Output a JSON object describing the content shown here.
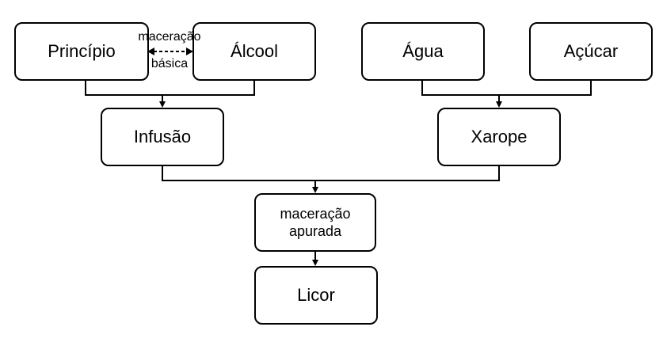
{
  "nodes": {
    "principio": "Princípio",
    "alcool": "Álcool",
    "agua": "Água",
    "acucar": "Açúcar",
    "infusao": "Infusão",
    "xarope": "Xarope",
    "maceracao_apurada_1": "maceração",
    "maceracao_apurada_2": "apurada",
    "licor": "Licor"
  },
  "edge_labels": {
    "maceracao_basica_1": "maceração",
    "maceracao_basica_2": "básica"
  }
}
